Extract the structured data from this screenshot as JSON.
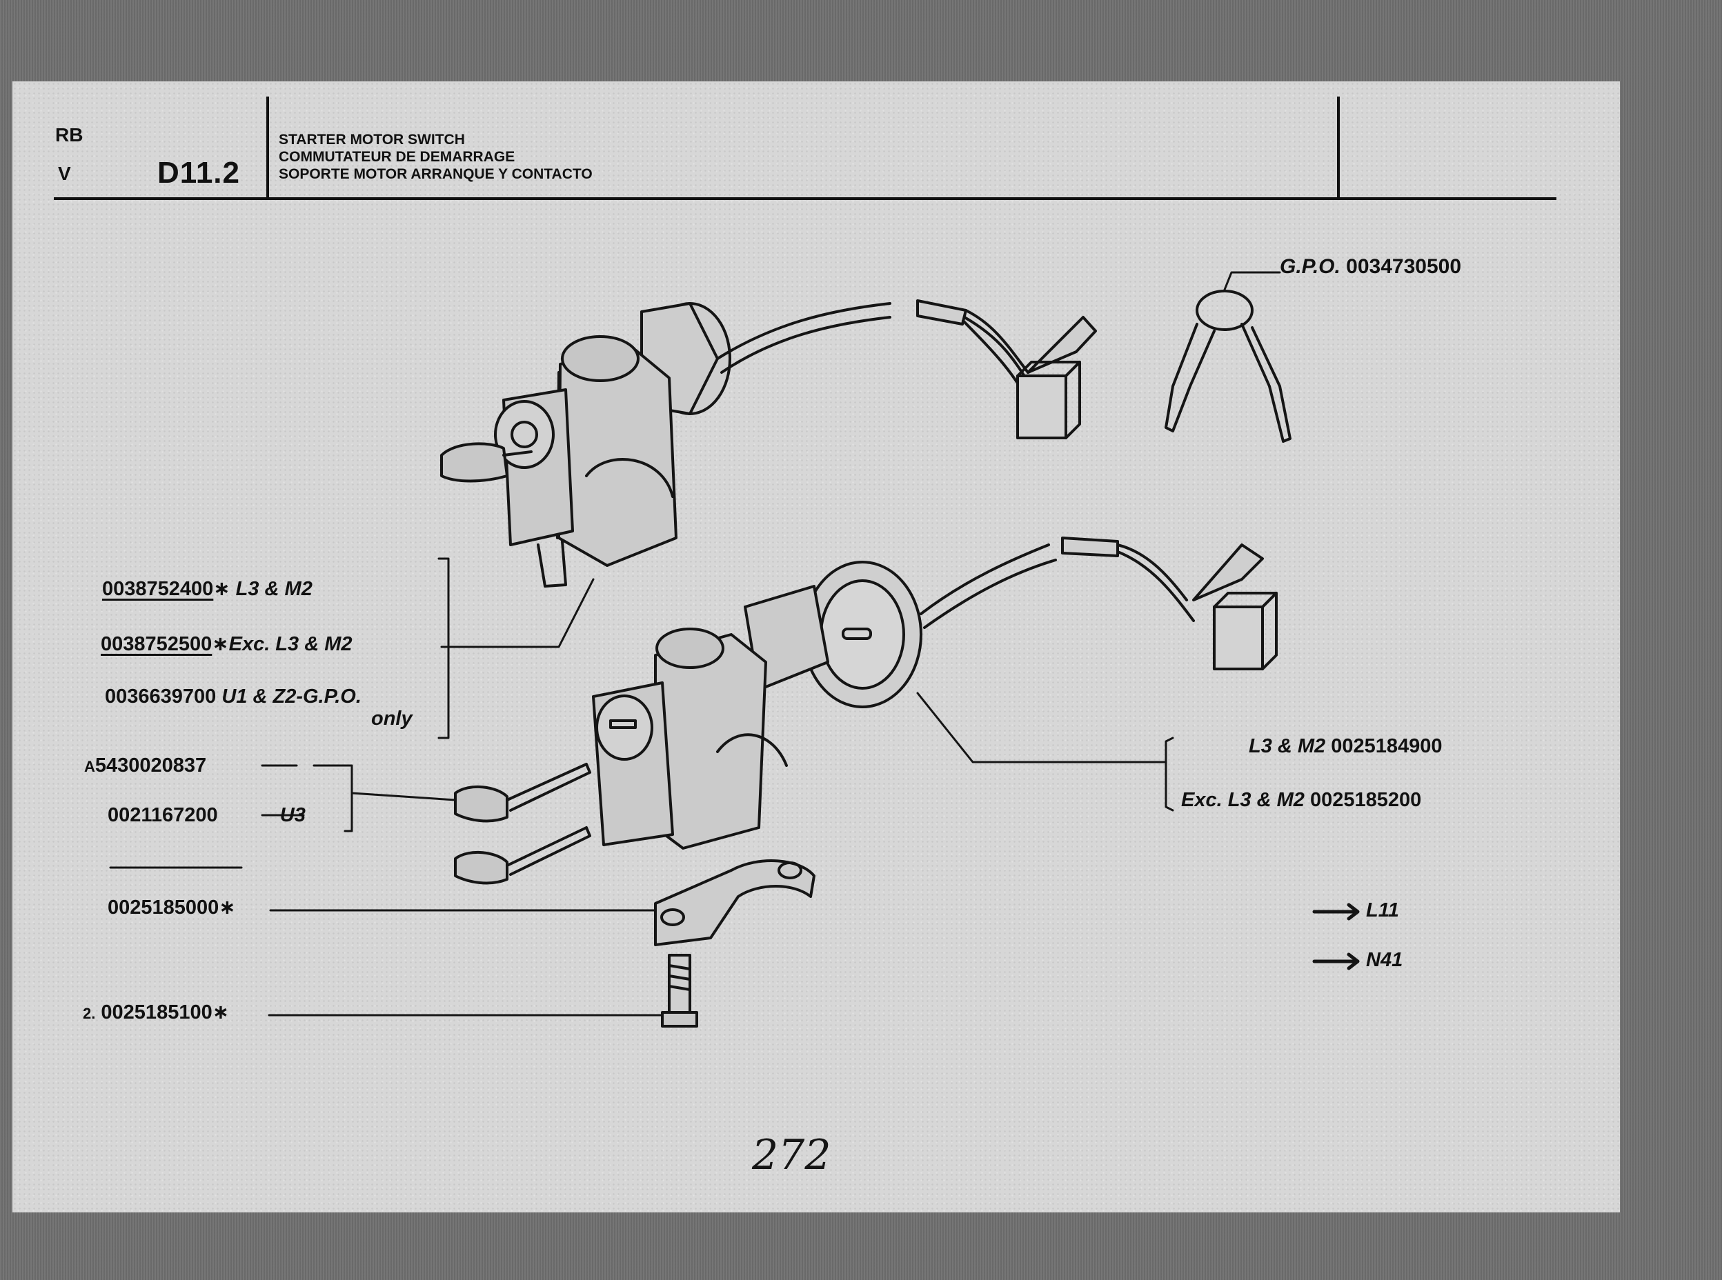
{
  "header": {
    "rb": "RB",
    "v": "V",
    "code": "D11.2",
    "title_lines": [
      "STARTER MOTOR SWITCH",
      "COMMUTATEUR DE DEMARRAGE",
      "SOPORTE MOTOR ARRANQUE Y CONTACTO"
    ]
  },
  "keys_label": {
    "prefix": "G.P.O.",
    "part": "0034730500"
  },
  "left_labels": {
    "row1": {
      "part": "0038752400",
      "note": "∗ L3  &  M2"
    },
    "row2": {
      "part": "0038752500",
      "note": "∗Exc.  L3  &  M2"
    },
    "row3": {
      "part": "0036639700",
      "note": "U1  &  Z2-G.P.O.",
      "note2": "only"
    },
    "row4": {
      "prefix": "A",
      "part": "5430020837"
    },
    "row5": {
      "part": "0021167200",
      "note": "U3"
    },
    "row6": {
      "part": "0025185000",
      "note": "∗"
    },
    "row7": {
      "prefix": "2.",
      "part": "0025185100",
      "note": "∗"
    }
  },
  "right_labels": {
    "row1": {
      "note": "L3  &  M2",
      "part": "0025184900"
    },
    "row2": {
      "note": "Exc.  L3  &  M2",
      "part": "0025185200"
    }
  },
  "refs": [
    "L11",
    "N41"
  ],
  "page_number": "272"
}
